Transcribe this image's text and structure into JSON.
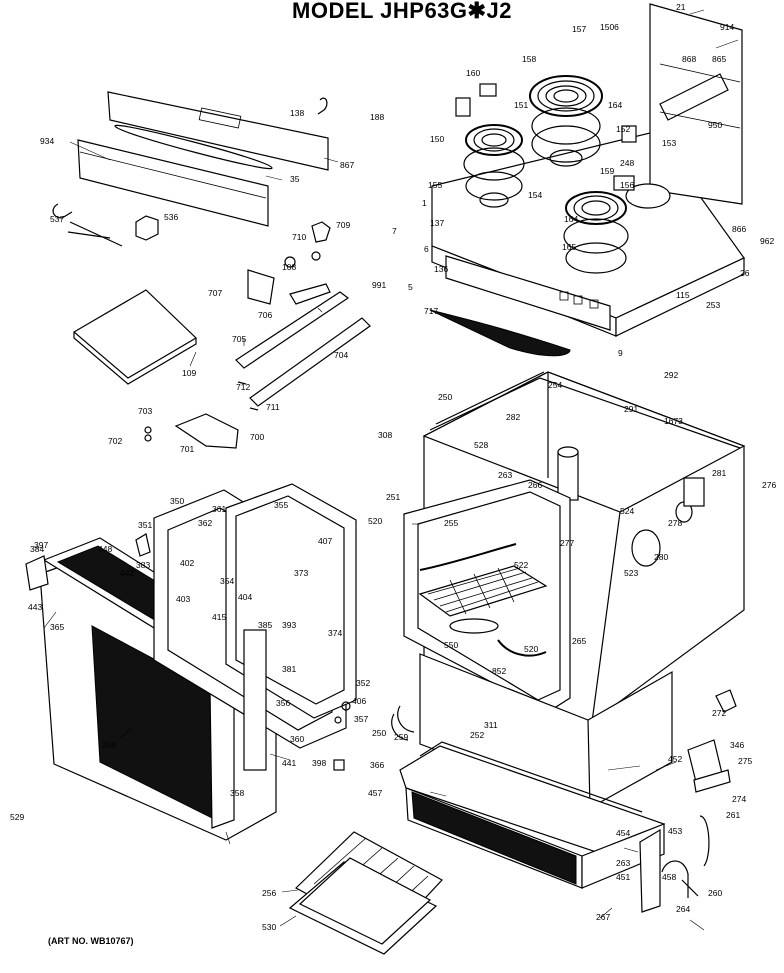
{
  "title": "MODEL JHP63G✱J2",
  "art_no": "(ART NO. WB10767)",
  "labels": [
    "21",
    "1506",
    "157",
    "914",
    "868",
    "865",
    "160",
    "158",
    "138",
    "188",
    "151",
    "164",
    "150",
    "152",
    "248",
    "153",
    "950",
    "934",
    "867",
    "35",
    "155",
    "154",
    "159",
    "156",
    "1",
    "164",
    "165",
    "537",
    "536",
    "709",
    "137",
    "7",
    "6",
    "710",
    "108",
    "866",
    "962",
    "991",
    "5",
    "136",
    "26",
    "707",
    "706",
    "717",
    "115",
    "253",
    "109",
    "705",
    "704",
    "9",
    "254",
    "292",
    "712",
    "711",
    "291",
    "703",
    "1673",
    "702",
    "701",
    "700",
    "308",
    "250",
    "282",
    "528",
    "263",
    "281",
    "276",
    "266",
    "251",
    "524",
    "278",
    "520",
    "255",
    "277",
    "522",
    "280",
    "523",
    "350",
    "361",
    "362",
    "355",
    "351",
    "448",
    "407",
    "397",
    "384",
    "383",
    "402",
    "373",
    "442",
    "354",
    "403",
    "443",
    "404",
    "415",
    "374",
    "365",
    "385",
    "393",
    "381",
    "265",
    "550",
    "852",
    "520",
    "352",
    "406",
    "356",
    "358",
    "311",
    "252",
    "272",
    "357",
    "360",
    "250",
    "259",
    "346",
    "398",
    "441",
    "358",
    "452",
    "275",
    "366",
    "457",
    "274",
    "261",
    "453",
    "454",
    "263",
    "451",
    "458",
    "260",
    "264",
    "267",
    "256",
    "530",
    "529"
  ]
}
